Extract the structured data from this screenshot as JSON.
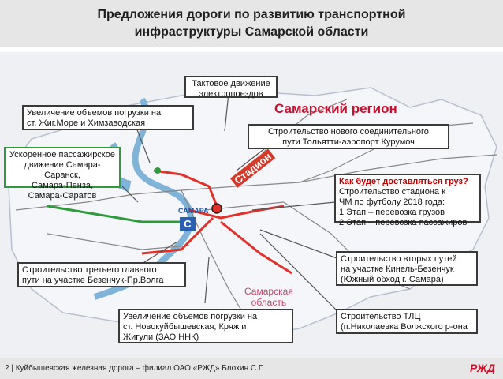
{
  "header": {
    "title": "Предложения дороги по развитию транспортной\nинфраструктуры Самарской области"
  },
  "map": {
    "region_label": "Самарский регион",
    "oblast_label": "Самарская\nобласть",
    "stadium_label": "Стадион",
    "samara_badge": "C",
    "samara_label": "САМАРА"
  },
  "callouts": {
    "tact": "Тактовое движение\nэлектропоездов",
    "zhig": "Увеличение объемов погрузки на\nст. Жиг.Море и Химзаводская",
    "connecting": "Строительство нового соединительного\nпути Тольятти-аэропорт Курумоч",
    "passenger": "Ускоренное пассажирское\nдвижение Самара-Саранск,\nСамара-Пенза,\nСамара-Саратов",
    "cargo_q": "Как будет доставляться груз?",
    "cargo_body": "Строительство стадиона к\nЧМ по футболу 2018 года:\n1 Этап – перевозка грузов\n2 Этап – перевозка пассажиров",
    "third": "Строительство третьего главного\nпути на участке Безенчук-Пр.Волга",
    "second": "Строительство вторых путей\nна участке Кинель-Безенчук\n(Южный обход г. Самара)",
    "novokuib": "Увеличение объемов погрузки на\nст. Новокуйбышевская, Кряж и\nЖигули (ЗАО ННК)",
    "tlc": "Строительство ТЛЦ\n(п.Николаевка Волжского р-она"
  },
  "footer": {
    "text": "2 | Куйбышевская железная дорога – филиал ОАО «РЖД» Блохин С.Г.",
    "logo_text": "РЖД"
  },
  "colors": {
    "rail_red": "#e0312a",
    "callout_border": "#3a3a3a",
    "passenger_border": "#2e9a3c",
    "region_red": "#c8102e",
    "water": "#7fb3d8"
  }
}
